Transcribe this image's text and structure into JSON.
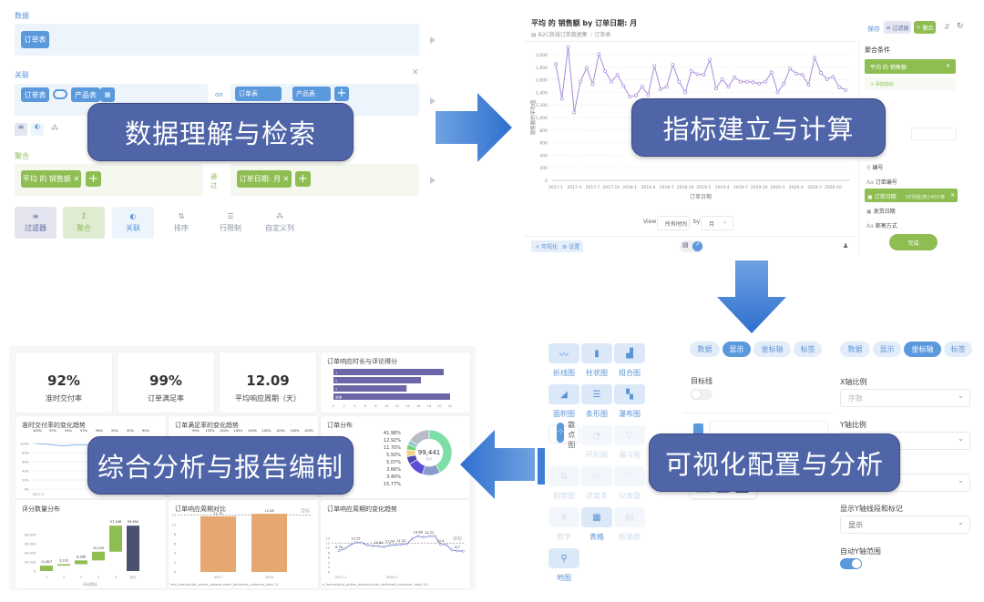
{
  "stage_labels": [
    "数据理解与检索",
    "指标建立与计算",
    "可视化配置与分析",
    "综合分析与报告编制"
  ],
  "query_builder": {
    "data_label": "数据",
    "data_table": "订单表",
    "join_label": "关联",
    "join_left": "订单表",
    "join_right": "产品表",
    "on": "on",
    "join_key_left": "订单表",
    "join_key_right": "产品表",
    "agg_label": "聚合",
    "agg_metric": "平均 的 销售额",
    "by": "通过",
    "group_by": "订单日期: 月",
    "tools": [
      "过滤器",
      "聚合",
      "关联",
      "排序",
      "行限制",
      "自定义列"
    ]
  },
  "metric_editor": {
    "title": "平均 的 销售额 by 订单日期: 月",
    "source": "B2C商城订单数据集",
    "table": "订单表",
    "save": "保存",
    "filter": "过滤器",
    "aggregate": "聚合",
    "panel_title": "聚合条件",
    "panel_metric": "平均 的 销售额",
    "add_metric": "添加指标",
    "fields": [
      "编号",
      "订单编号",
      "订单日期",
      "发货日期",
      "邮寄方式"
    ],
    "field_selected_hint": "(时间戳|按小时计算",
    "done": "完成",
    "view_label": "View",
    "view_value": "所有时间",
    "by_label": "by",
    "by_value": "月",
    "visualize": "可视化",
    "settings": "设置"
  },
  "viz_config": {
    "chart_types": [
      {
        "label": "折线图",
        "icon": "line-chart",
        "state": "normal"
      },
      {
        "label": "柱状图",
        "icon": "bar-chart",
        "state": "normal"
      },
      {
        "label": "组合图",
        "icon": "combo-chart",
        "state": "normal"
      },
      {
        "label": "面积图",
        "icon": "area-chart",
        "state": "normal"
      },
      {
        "label": "条形图",
        "icon": "row-chart",
        "state": "normal"
      },
      {
        "label": "瀑布图",
        "icon": "waterfall-chart",
        "state": "normal"
      },
      {
        "label": "散点图",
        "icon": "scatter-chart",
        "state": "selected"
      },
      {
        "label": "环形图",
        "icon": "donut-chart",
        "state": "dim"
      },
      {
        "label": "漏斗图",
        "icon": "funnel-chart",
        "state": "dim"
      },
      {
        "label": "趋势图",
        "icon": "trend-chart",
        "state": "dim"
      },
      {
        "label": "进度条",
        "icon": "progress-chart",
        "state": "dim"
      },
      {
        "label": "仪表盘",
        "icon": "gauge-chart",
        "state": "dim"
      },
      {
        "label": "数字",
        "icon": "number-chart",
        "state": "dim"
      },
      {
        "label": "表格",
        "icon": "table-chart",
        "state": "normal"
      },
      {
        "label": "枢轴表",
        "icon": "pivot-chart",
        "state": "dim"
      },
      {
        "label": "地图",
        "icon": "map-chart",
        "state": "normal"
      }
    ],
    "tabs_mid": [
      "数据",
      "显示",
      "坐标轴",
      "标签"
    ],
    "tabs_mid_active": 1,
    "tabs_right": [
      "数据",
      "显示",
      "坐标轴",
      "标签"
    ],
    "tabs_right_active": 2,
    "goal_line": "目标线",
    "x_scale_label": "X轴比例",
    "x_scale_value": "序数",
    "y_scale_label": "Y轴比例",
    "show_y_axis_label": "显示Y轴线段和标记",
    "show_y_axis_value": "显示",
    "auto_y_range": "自动Y轴范围",
    "accent": "#5b99dd"
  },
  "dashboard": {
    "kpis": [
      {
        "value": "92%",
        "label": "准时交付率"
      },
      {
        "value": "99%",
        "label": "订单满足率"
      },
      {
        "value": "12.09",
        "label": "平均响应周期（天）"
      }
    ],
    "titles": [
      "订单响应时长与评论得分",
      "准时交付率的变化趋势",
      "订单满足率的变化趋势",
      "订单分布",
      "评分数量分布",
      "订单响应周期对比",
      "订单响应周期的变化趋势"
    ],
    "donut_total": "99,441",
    "donut_sub": "总计",
    "donut_pcts": [
      "41.98%",
      "12.92%",
      "11.70%",
      "5.50%",
      "5.07%",
      "3.66%",
      "3.40%",
      "15.77%"
    ],
    "goal": "目标",
    "footers": [
      "评论得分",
      "late_format(olist_orders_dataset.order_delivered_customer_date,'%",
      "e_format(olist_orders_dataset.order_delivered_customer_date,'%Y-"
    ]
  },
  "chart_data": [
    {
      "type": "line",
      "title": "平均 的 销售额 by 订单日期: 月",
      "xlabel": "订单日期",
      "ylabel": "销售额的平均值",
      "ylim": [
        0,
        2000
      ],
      "yticks": [
        "0",
        "200",
        "400",
        "600",
        "800",
        "1,000",
        "1,200",
        "1,400",
        "1,600",
        "1,800",
        "2,000"
      ],
      "xticks": [
        "2017-1",
        "2017-4",
        "2017-7",
        "2017-10",
        "2018-1",
        "2018-4",
        "2018-7",
        "2018-10",
        "2019-1",
        "2019-4",
        "2019-7",
        "2019-10",
        "2020-1",
        "2020-4",
        "2020-7",
        "2020-10"
      ],
      "values": [
        1850,
        1300,
        2120,
        1080,
        1570,
        1790,
        1530,
        2010,
        1740,
        1570,
        1680,
        1500,
        1330,
        1350,
        1490,
        1360,
        1820,
        1450,
        1490,
        1840,
        1570,
        1400,
        1740,
        1690,
        1680,
        1920,
        1460,
        1610,
        1490,
        1640,
        1570,
        1570,
        1560,
        1540,
        1570,
        1720,
        1400,
        1540,
        1780,
        1700,
        1680,
        1520,
        1950,
        1710,
        1610,
        1650,
        1480,
        1440
      ]
    },
    {
      "type": "bar",
      "title": "订单响应时长与评论得分",
      "categories": [
        "1",
        "2",
        "3",
        "其他"
      ],
      "values": [
        20.8,
        16.5,
        13.8,
        22
      ],
      "xlim": [
        0,
        22
      ],
      "xticks": [
        "0",
        "2",
        "4",
        "6",
        "8",
        "10",
        "12",
        "14",
        "16",
        "18",
        "20",
        "22"
      ]
    },
    {
      "type": "pie",
      "title": "订单分布",
      "values": [
        41.98,
        12.92,
        11.7,
        5.5,
        5.07,
        3.66,
        3.4,
        15.77
      ],
      "colors": [
        "#7ddfa8",
        "#8b9bc7",
        "#5a4fd6",
        "#4a48b0",
        "#f0d090",
        "#6fd46f",
        "#8cc8d0",
        "#b8bcc6"
      ]
    },
    {
      "type": "bar",
      "title": "评分数量分布",
      "categories": [
        "1",
        "2",
        "3",
        "4",
        "5",
        "总计"
      ],
      "values": [
        11827,
        3232,
        8268,
        19155,
        57168,
        99650
      ],
      "labels": [
        "11,827",
        "3,232",
        "8,268",
        "19,155",
        "57,168",
        "99,650"
      ],
      "yticks": [
        "0",
        "20,000",
        "40,000",
        "60,000",
        "80,000"
      ]
    },
    {
      "type": "bar",
      "title": "订单响应周期对比",
      "categories": [
        "2017",
        "2018"
      ],
      "values": [
        11.75,
        12.28
      ],
      "labels": [
        "11.75",
        "12.28"
      ],
      "goal": 12,
      "yticks": [
        "0",
        "2",
        "4",
        "6",
        "8",
        "10",
        "12"
      ]
    },
    {
      "type": "line",
      "title": "订单响应周期的变化趋势",
      "values": [
        8.76,
        9.6,
        11.1,
        12.25,
        12.1,
        11.1,
        10.8,
        10.62,
        10.4,
        11.04,
        11.2,
        11.32,
        11.6,
        13.8,
        14.88,
        14.4,
        14.8,
        14.8,
        11.4,
        11.3,
        9.1,
        8.7,
        8.6
      ],
      "labels": {
        "0": "8.76",
        "3": "12.25",
        "7": "10.62",
        "9": "11.04",
        "11": "11.32",
        "14": "14.88",
        "16": "14.22",
        "18": "11.4",
        "21": "8.7"
      },
      "goal": 12,
      "yticks": [
        "0",
        "2",
        "4",
        "6",
        "8",
        "10",
        "12",
        "14"
      ],
      "xticks": [
        "2017-1",
        "2018-1"
      ]
    },
    {
      "type": "line",
      "title": "准时交付率的变化趋势",
      "labels": [
        "100%",
        "97%",
        "94%",
        "97%",
        "96%",
        "95%",
        "90%",
        "90%"
      ],
      "yticks": [
        "0%",
        "20%",
        "40%",
        "60%",
        "80%",
        "100%"
      ],
      "xticks": [
        "2017-1"
      ]
    },
    {
      "type": "line",
      "title": "订单满足率的变化趋势",
      "labels": [
        "99%",
        "100%",
        "100%",
        "100%",
        "100%",
        "100%",
        "100%",
        "100%",
        "100%"
      ]
    }
  ]
}
